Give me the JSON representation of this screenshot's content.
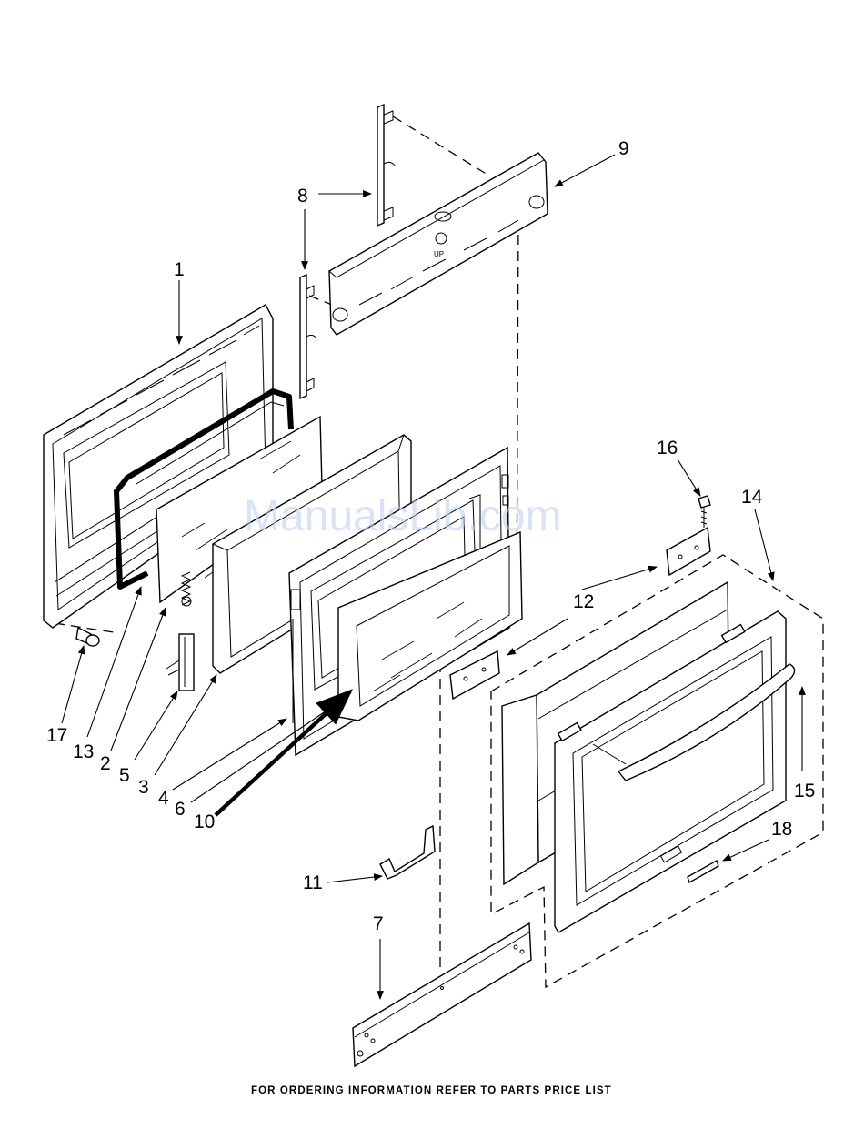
{
  "watermark": "ManualsLib.com",
  "footer_note": "FOR ORDERING INFORMATION REFER TO PARTS PRICE LIST",
  "callouts": [
    {
      "id": "1",
      "text": "1"
    },
    {
      "id": "2",
      "text": "2"
    },
    {
      "id": "3",
      "text": "3"
    },
    {
      "id": "4",
      "text": "4"
    },
    {
      "id": "5",
      "text": "5"
    },
    {
      "id": "6",
      "text": "6"
    },
    {
      "id": "7",
      "text": "7"
    },
    {
      "id": "8",
      "text": "8"
    },
    {
      "id": "9",
      "text": "9"
    },
    {
      "id": "10",
      "text": "10"
    },
    {
      "id": "11",
      "text": "11"
    },
    {
      "id": "12",
      "text": "12"
    },
    {
      "id": "13",
      "text": "13"
    },
    {
      "id": "14",
      "text": "14"
    },
    {
      "id": "15",
      "text": "15"
    },
    {
      "id": "16",
      "text": "16"
    },
    {
      "id": "17",
      "text": "17"
    },
    {
      "id": "18",
      "text": "18"
    }
  ],
  "panel_mark": "UP"
}
